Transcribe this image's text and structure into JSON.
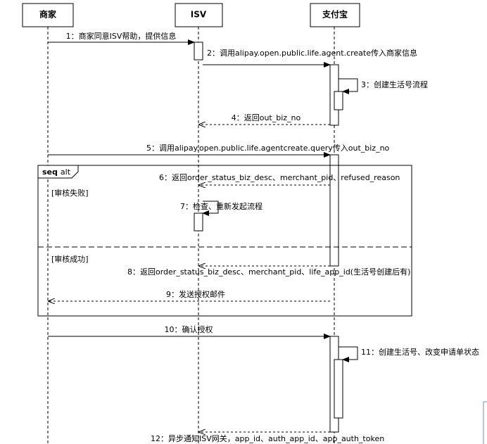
{
  "participants": {
    "merchant": "商家",
    "isv": "ISV",
    "alipay": "支付宝"
  },
  "frame": {
    "keyword": "seq",
    "operator": "alt",
    "guards": [
      "[审核失败]",
      "[审核成功]"
    ]
  },
  "messages": [
    "1：商家同意ISV帮助，提供信息",
    "2：调用alipay.open.public.life.agent.create传入商家信息",
    "3：创建生活号流程",
    "4：返回out_biz_no",
    "5：调用alipay.open.public.life.agentcreate.query传入out_biz_no",
    "6：返回order_status_biz_desc、merchant_pid、refused_reason",
    "7：检查、重新发起流程",
    "8：返回order_status_biz_desc、merchant_pid、life_app_id(生活号创建后有)",
    "9：发送授权邮件",
    "10：确认授权",
    "11：创建生活号、改变申请单状态",
    "12：异步通知ISV网关，app_id、auth_app_id、app_auth_token"
  ]
}
